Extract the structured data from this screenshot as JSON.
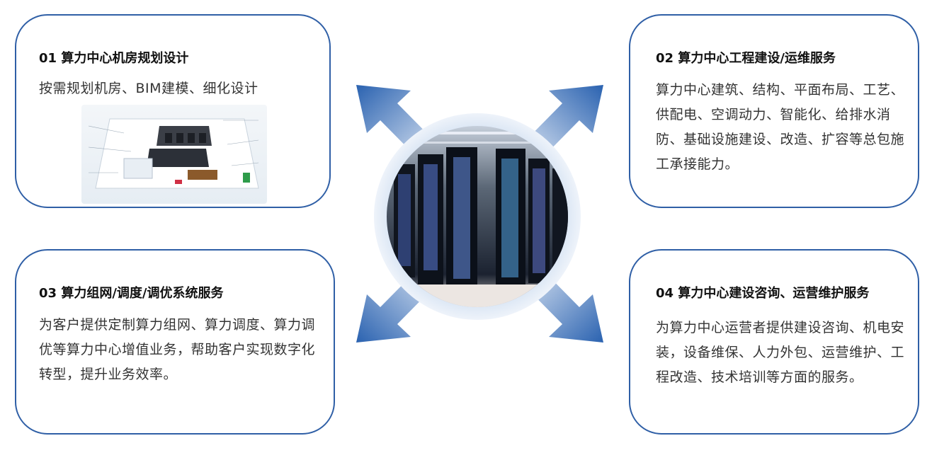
{
  "cards": [
    {
      "id": "c1",
      "title": "01 算力中心机房规划设计",
      "desc": "按需规划机房、BIM建模、细化设计"
    },
    {
      "id": "c2",
      "title": "02 算力中心工程建设/运维服务",
      "desc": "算力中心建筑、结构、平面布局、工艺、供配电、空调动力、智能化、给排水消防、基础设施建设、改造、扩容等总包施工承接能力。"
    },
    {
      "id": "c3",
      "title": "03 算力组网/调度/调优系统服务",
      "desc": "为客户提供定制算力组网、算力调度、算力调优等算力中心增值业务，帮助客户实现数字化转型，提升业务效率。"
    },
    {
      "id": "c4",
      "title": "04 算力中心建设咨询、运营维护服务",
      "desc": "为算力中心运营者提供建设咨询、机电安装，设备维保、人力外包、运营维护、工程改造、技术培训等方面的服务。"
    }
  ],
  "colors": {
    "border": "#2f5fa6",
    "arrow_light": "#cfdff1",
    "arrow_dark": "#2a62b0"
  }
}
